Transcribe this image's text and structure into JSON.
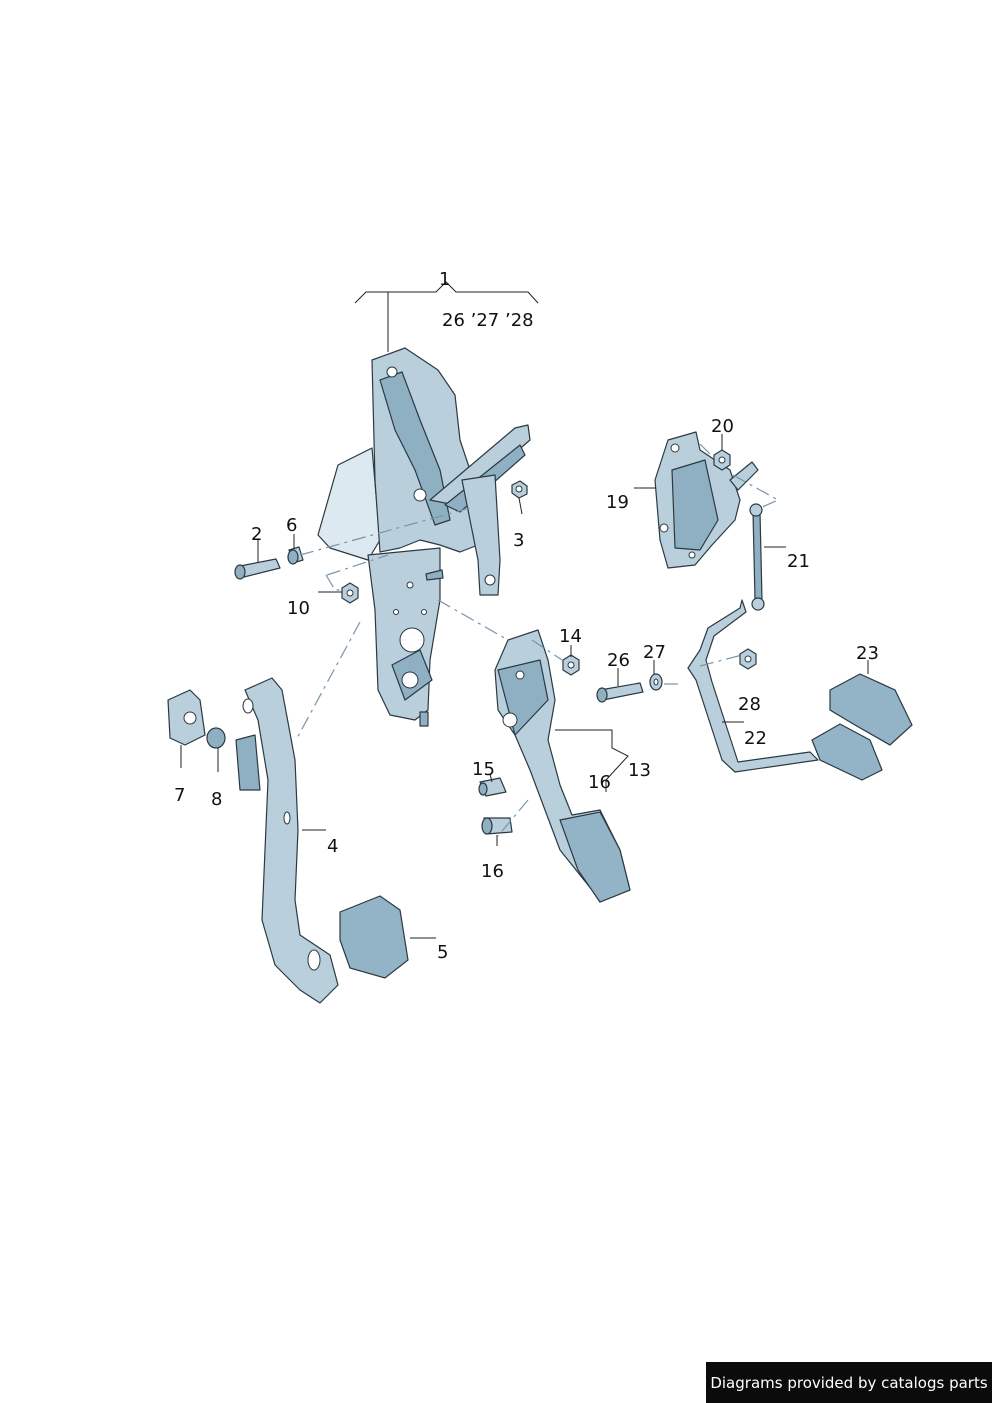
{
  "labels": {
    "l1": "1",
    "l1_note": "26 ’27 ’28",
    "l2": "2",
    "l3": "3",
    "l4": "4",
    "l5": "5",
    "l6": "6",
    "l7": "7",
    "l8": "8",
    "l10": "10",
    "l13": "13",
    "l13_note": "16",
    "l14": "14",
    "l15": "15",
    "l16": "16",
    "l19": "19",
    "l20": "20",
    "l21": "21",
    "l22": "22",
    "l23": "23",
    "l26": "26",
    "l27": "27",
    "l28": "28"
  },
  "footer": {
    "credit": "Diagrams provided by catalogs parts"
  },
  "colors": {
    "metal": "#b9cfdc",
    "metal_dark": "#8fb0c3",
    "outline": "#2b3942",
    "credit_bg": "#0b0b0b"
  }
}
